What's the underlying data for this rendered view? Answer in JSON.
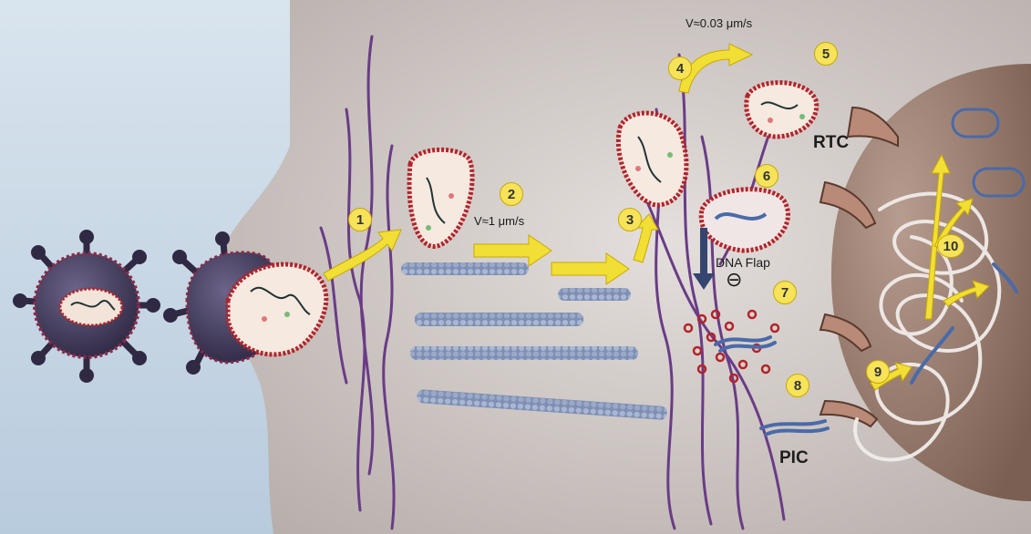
{
  "diagram": {
    "steps": [
      {
        "n": "1"
      },
      {
        "n": "2"
      },
      {
        "n": "3"
      },
      {
        "n": "4"
      },
      {
        "n": "5"
      },
      {
        "n": "6"
      },
      {
        "n": "7"
      },
      {
        "n": "8"
      },
      {
        "n": "9"
      },
      {
        "n": "10"
      }
    ],
    "labels": {
      "speed_microtubule": "V≈1 μm/s",
      "speed_actin": "V≈0.03 μm/s",
      "rtc": "RTC",
      "pic": "PIC",
      "dna_flap": "DNA Flap",
      "minus_sign": "⊖"
    },
    "colors": {
      "background_sky": "#dbe6ef",
      "cytoplasm": "#c8c0bd",
      "nucleus": "#9c7f70",
      "actin_filament": "#6a3c86",
      "microtubule": "#8d9ec0",
      "capsid_outline": "#b3242a",
      "arrow": "#f2df35",
      "virion": "#3f3955"
    }
  }
}
